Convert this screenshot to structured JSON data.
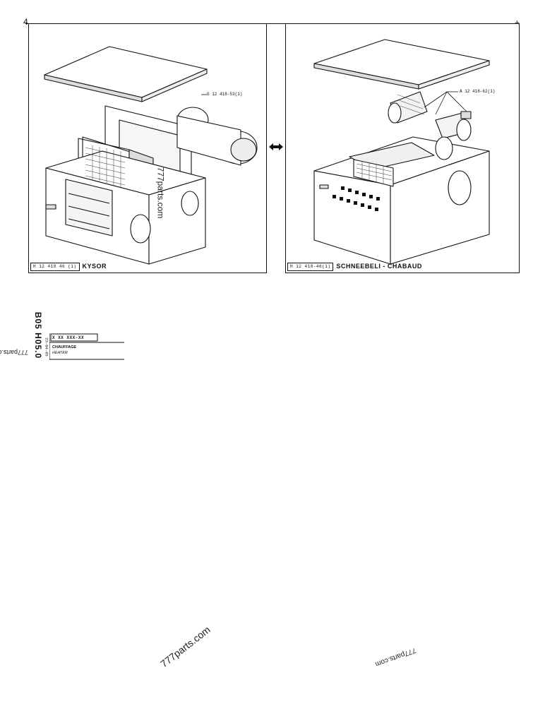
{
  "page": {
    "corner_number": "4"
  },
  "left_panel": {
    "caption_code": "H 12 418  46 (1)",
    "manufacturer": "KYSOR",
    "callout": "G 12 418-53(1)"
  },
  "right_panel": {
    "caption_code": "H 12 418-46(1)",
    "manufacturer": "SCHNEEBELI - CHABAUD",
    "callout": "A 12 418-62(1)"
  },
  "title_block": {
    "section_code": "B05  H05.0",
    "date": "23-04-85",
    "part_number": "X XX XXX-XX",
    "title_fr": "CHAUFFAGE",
    "title_en": "HEATER"
  },
  "watermarks": {
    "center": "777parts.com",
    "left_edge": "777parts.c",
    "inside_left": "777parts.com",
    "bottom_right": "777parts.com"
  }
}
